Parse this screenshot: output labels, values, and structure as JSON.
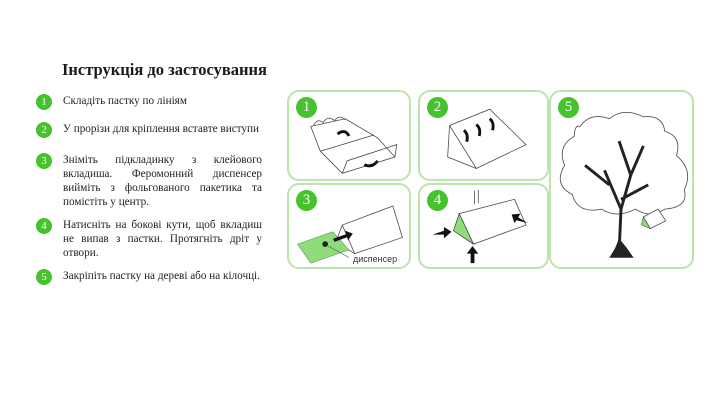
{
  "title": "Інструкція до застосування",
  "steps": [
    {
      "num": "1",
      "text": "Складіть пастку по лініям"
    },
    {
      "num": "2",
      "text": "У прорізи для кріплення вставте виступи"
    },
    {
      "num": "3",
      "text": "Зніміть підкладинку з клейового вкладиша. Феромонний диспенсер вийміть з фольгованого пакетика та помістіть у центр."
    },
    {
      "num": "4",
      "text": "Натисніть на бокові кути, щоб вкладиш не випав з пастки. Протягніть дріт у отвори."
    },
    {
      "num": "5",
      "text": "Закріпіть пастку на дереві або на кілочці."
    }
  ],
  "panels": [
    {
      "num": "1"
    },
    {
      "num": "2"
    },
    {
      "num": "3",
      "label": "диспенсер"
    },
    {
      "num": "4"
    },
    {
      "num": "5"
    }
  ],
  "colors": {
    "accent": "#45c22c",
    "panel_border": "#bfe3ad",
    "insert": "#8fdc7a"
  }
}
